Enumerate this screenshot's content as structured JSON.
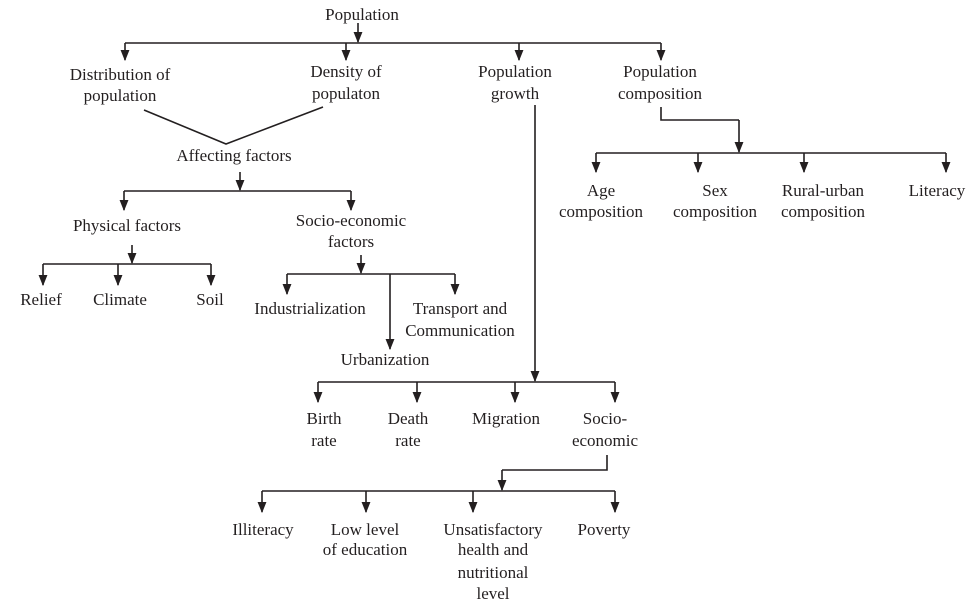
{
  "root": "Population",
  "level1": {
    "distribution": [
      "Distribution of",
      "population"
    ],
    "density": [
      "Density of",
      "populaton"
    ],
    "growth": [
      "Population",
      "growth"
    ],
    "composition": [
      "Population",
      "composition"
    ]
  },
  "affecting_factors": "Affecting factors",
  "physical": {
    "label": "Physical factors",
    "children": [
      "Relief",
      "Climate",
      "Soil"
    ]
  },
  "socio_economic_factors": {
    "label": [
      "Socio-economic",
      "factors"
    ],
    "industrialization": "Industrialization",
    "transport": [
      "Transport and",
      "Communication"
    ],
    "urbanization": "Urbanization"
  },
  "growth_factors": {
    "birth": [
      "Birth",
      "rate"
    ],
    "death": [
      "Death",
      "rate"
    ],
    "migration": "Migration",
    "socio": [
      "Socio-",
      "economic"
    ]
  },
  "socio_children": {
    "illiteracy": "Illiteracy",
    "low_education": [
      "Low level",
      "of education"
    ],
    "health": [
      "Unsatisfactory",
      "health and",
      "nutritional",
      "level"
    ],
    "poverty": "Poverty"
  },
  "composition_children": {
    "age": [
      "Age",
      "composition"
    ],
    "sex": [
      "Sex",
      "composition"
    ],
    "rural_urban": [
      "Rural-urban",
      "composition"
    ],
    "literacy": "Literacy"
  }
}
